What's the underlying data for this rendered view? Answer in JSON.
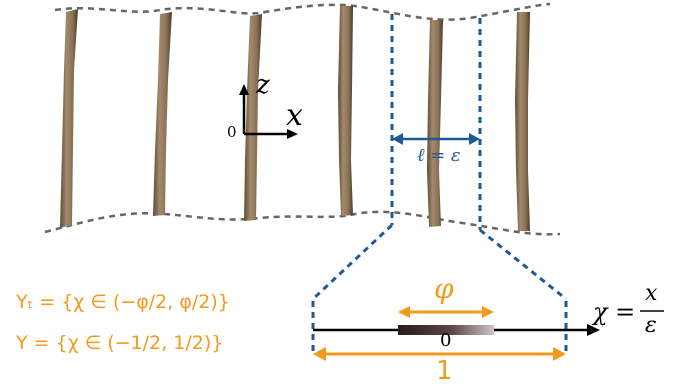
{
  "colors": {
    "orange": "#f39a1c",
    "blue": "#1f5a96",
    "dashed_gray": "#666666",
    "bark": "#8a7257",
    "axis": "#000000"
  },
  "trees": {
    "count": 6,
    "icon": "tree-trunk-icon"
  },
  "axes_3d": {
    "origin": "0",
    "z": "z",
    "x": "x"
  },
  "cell": {
    "width_label": "ℓ = ε"
  },
  "unit_cell": {
    "yt_label": "Yₜ = {χ ∈ (−φ/2, φ/2)}",
    "y_label": "Y = {χ ∈ (−1/2, 1/2)}",
    "phi": "φ",
    "zero": "0",
    "one": "1",
    "chi_def": "χ =",
    "frac_num": "x",
    "frac_den": "ε"
  }
}
